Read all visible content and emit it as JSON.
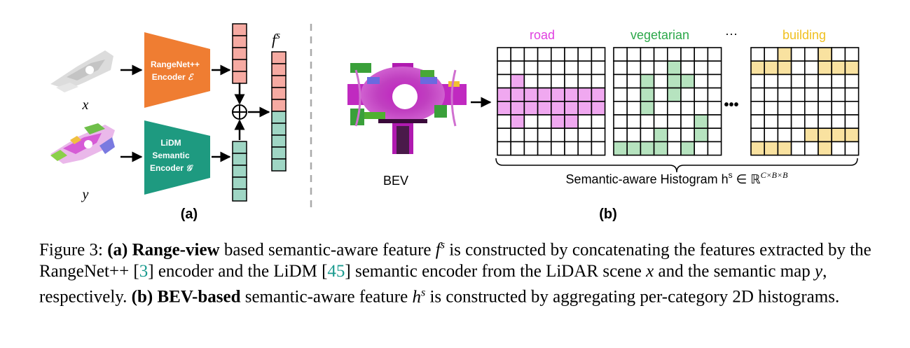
{
  "figure": {
    "part_a": {
      "input_x_label": "x",
      "input_y_label": "y",
      "encoder_top": {
        "line1": "RangeNet++",
        "line2": "Encoder",
        "symbol": "ℰ",
        "color": "#ef7d32"
      },
      "encoder_bottom": {
        "line1": "LiDM",
        "line2": "Semantic",
        "line3": "Encoder",
        "symbol": "𝒢",
        "color": "#1e9a80"
      },
      "feature_label_base": "f",
      "feature_label_sup": "s",
      "concat_symbol": "⊕",
      "panel_label": "(a)",
      "feature_color_top": "#f6aaa2",
      "feature_color_bottom": "#9fd6c4"
    },
    "part_b": {
      "bev_label": "BEV",
      "ellipsis_top": "···",
      "ellipsis_mid": "•••",
      "histogram_label": "Semantic-aware Histogram h",
      "histogram_sup": "s",
      "histogram_member": " ∈ ℝ",
      "histogram_dims": "C×B×B",
      "panel_label": "(b)",
      "categories": [
        {
          "name": "road",
          "color": "#e040e0",
          "fill": "#f0a8f0"
        },
        {
          "name": "vegetarian",
          "color": "#2ca84a",
          "fill": "#b6e3bf"
        },
        {
          "name": "building",
          "color": "#f0c020",
          "fill": "#f9e2a0"
        }
      ]
    }
  },
  "caption": {
    "label": "Figure 3: ",
    "a_tag": "(a) ",
    "a_bold": "Range-view",
    "t1": " based semantic-aware feature ",
    "fs_base": "f",
    "fs_sup": "s",
    "t2": " is constructed by concatenating the features extracted by the RangeNet++ [",
    "ref1": "3",
    "t3": "] encoder and the LiDM [",
    "ref2": "45",
    "t4": "] semantic encoder from the LiDAR scene ",
    "x": "x",
    "t5": " and the semantic map ",
    "y": "y",
    "t6": ", respectively. ",
    "b_tag": "(b) ",
    "b_bold": "BEV-based",
    "t7": " semantic-aware feature ",
    "hs_base": "h",
    "hs_sup": "s",
    "t8": " is constructed by aggregating per-category 2D histograms."
  }
}
